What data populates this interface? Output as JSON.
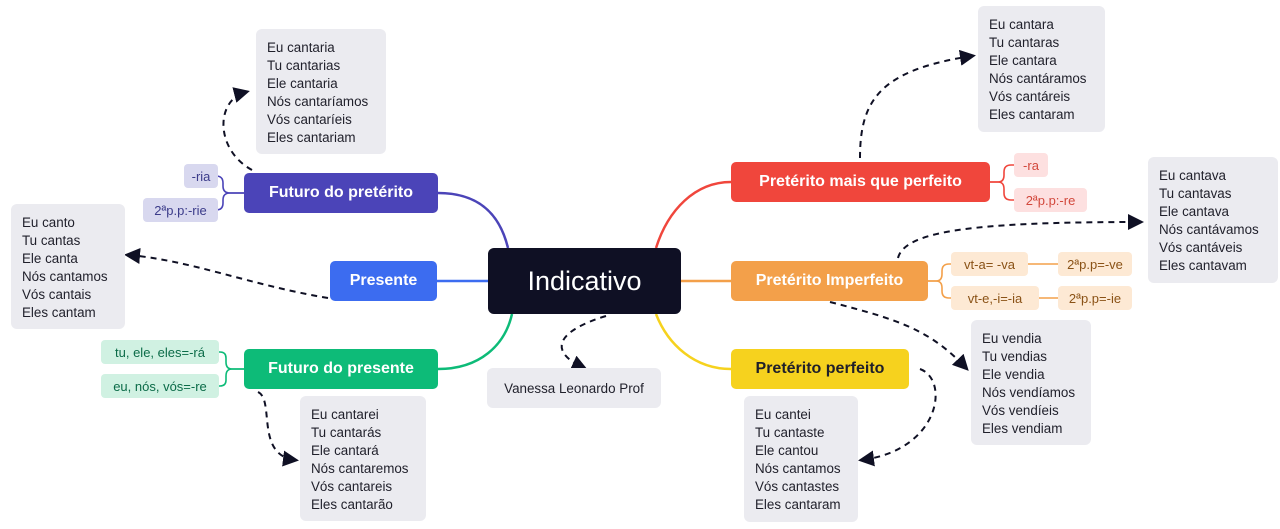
{
  "center": "Indicativo",
  "author": "Vanessa Leonardo Prof",
  "branches": {
    "futuro_preterito": {
      "label": "Futuro do pretérito",
      "color": "#4b44b8",
      "tags": [
        "-ria",
        "2ªp.p:-rie"
      ],
      "forms": [
        "Eu cantaria",
        "Tu cantarias",
        "Ele cantaria",
        "Nós cantaríamos",
        "Vós cantaríeis",
        "Eles cantariam"
      ]
    },
    "presente": {
      "label": "Presente",
      "color": "#3c6cf0",
      "forms": [
        "Eu canto",
        "Tu cantas",
        "Ele canta",
        "Nós cantamos",
        "Vós cantais",
        "Eles cantam"
      ]
    },
    "futuro_presente": {
      "label": "Futuro do presente",
      "color": "#0dbb78",
      "tags": [
        "tu, ele, eles=-rá",
        "eu, nós, vós=-re"
      ],
      "forms": [
        "Eu cantarei",
        "Tu cantarás",
        "Ele cantará",
        "Nós cantaremos",
        "Vós cantareis",
        "Eles cantarão"
      ]
    },
    "mais_que_perfeito": {
      "label": "Pretérito mais que perfeito",
      "color": "#f0463c",
      "tags": [
        "-ra",
        "2ªp.p:-re"
      ],
      "forms": [
        "Eu cantara",
        "Tu cantaras",
        "Ele cantara",
        "Nós cantáramos",
        "Vós cantáreis",
        "Eles cantaram"
      ]
    },
    "imperfeito": {
      "label": "Pretérito Imperfeito",
      "color": "#f3a04a",
      "tags": [
        "vt-a= -va",
        "2ªp.p=-ve",
        "vt-e,-i=-ia",
        "2ªp.p=-ie"
      ],
      "forms": [
        "Eu cantava",
        "Tu cantavas",
        "Ele cantava",
        "Nós cantávamos",
        "Vós cantáveis",
        "Eles cantavam"
      ],
      "forms_second": [
        "Eu vendia",
        "Tu vendias",
        "Ele vendia",
        "Nós vendíamos",
        "Vós vendíeis",
        "Eles vendiam"
      ]
    },
    "perfeito": {
      "label": "Pretérito perfeito",
      "color": "#f6d21e",
      "forms": [
        "Eu cantei",
        "Tu cantaste",
        "Ele cantou",
        "Nós cantamos",
        "Vós cantastes",
        "Eles cantaram"
      ]
    }
  }
}
